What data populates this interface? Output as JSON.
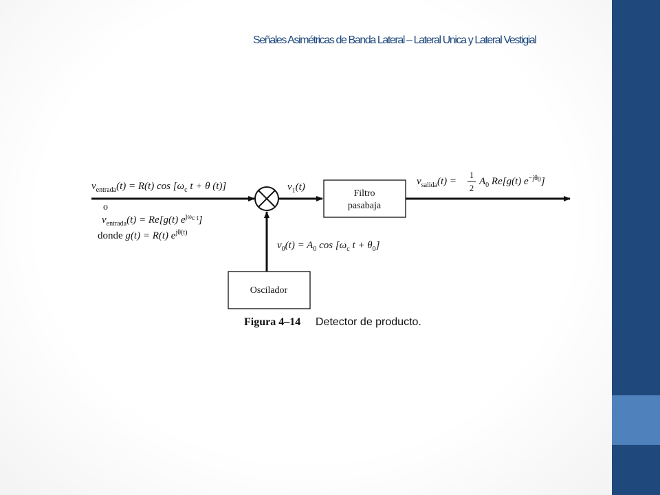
{
  "slide": {
    "title": "Señales Asimétricas de Banda Lateral – Lateral Unica y Lateral Vestigial",
    "colors": {
      "title": "#1f497d",
      "sidebar_dark": "#1f497d",
      "sidebar_light": "#4f81bd"
    }
  },
  "diagram": {
    "input_eq1": {
      "v": "v",
      "sub": "entrada",
      "rest": "(t) = R(t) cos [ω",
      "sub2": "c",
      "rest2": " t  + θ (t)]"
    },
    "or_text": "o",
    "input_eq2": {
      "v": "v",
      "sub": "entrada",
      "rest": "(t) = Re[g(t) e",
      "sup": "jω",
      "sup_sub": "c",
      "sup_end": " t",
      "end": "]"
    },
    "input_eq3": {
      "prefix": "donde ",
      "rest": "g(t) = R(t) e",
      "sup": "jθ(t)"
    },
    "v1": {
      "v": "v",
      "sub": "1",
      "rest": "(t)"
    },
    "output_eq": {
      "v": "v",
      "sub": "salida",
      "rest": "(t) = ",
      "num": "1",
      "den": "2",
      "rest2": " A",
      "sub2": "0",
      "rest3": " Re[g(t) e",
      "sup": "−jθ",
      "sup_sub": "0",
      "end": "]"
    },
    "v0": {
      "v": "v",
      "sub": "0",
      "rest": "(t) = A",
      "sub2": "0",
      "rest2": " cos [ω",
      "sub3": "c",
      "rest3": " t  + θ",
      "sub4": "0",
      "end": "]"
    },
    "filter_line1": "Filtro",
    "filter_line2": "pasabaja",
    "oscillator": "Oscilador",
    "caption_bold": "Figura 4–14",
    "caption_text": "Detector de producto."
  }
}
